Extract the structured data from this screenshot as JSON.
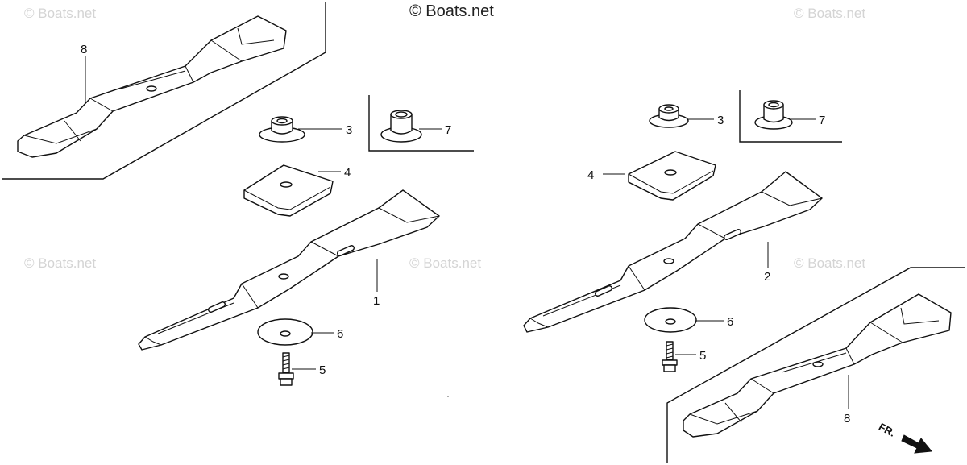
{
  "watermark": {
    "top": "© Boats.net",
    "faint": "© Boats.net"
  },
  "callouts": {
    "left_blade_alt": "8",
    "left_collar": "3",
    "left_bushing": "7",
    "left_plate": "4",
    "left_blade": "1",
    "left_washer": "6",
    "left_bolt": "5",
    "right_collar": "3",
    "right_bushing": "7",
    "right_plate": "4",
    "right_blade": "2",
    "right_washer": "6",
    "right_bolt": "5",
    "right_blade_alt": "8"
  },
  "direction_label": "FR.",
  "colors": {
    "ink": "#111111",
    "watermark": "#d4d4d4"
  }
}
